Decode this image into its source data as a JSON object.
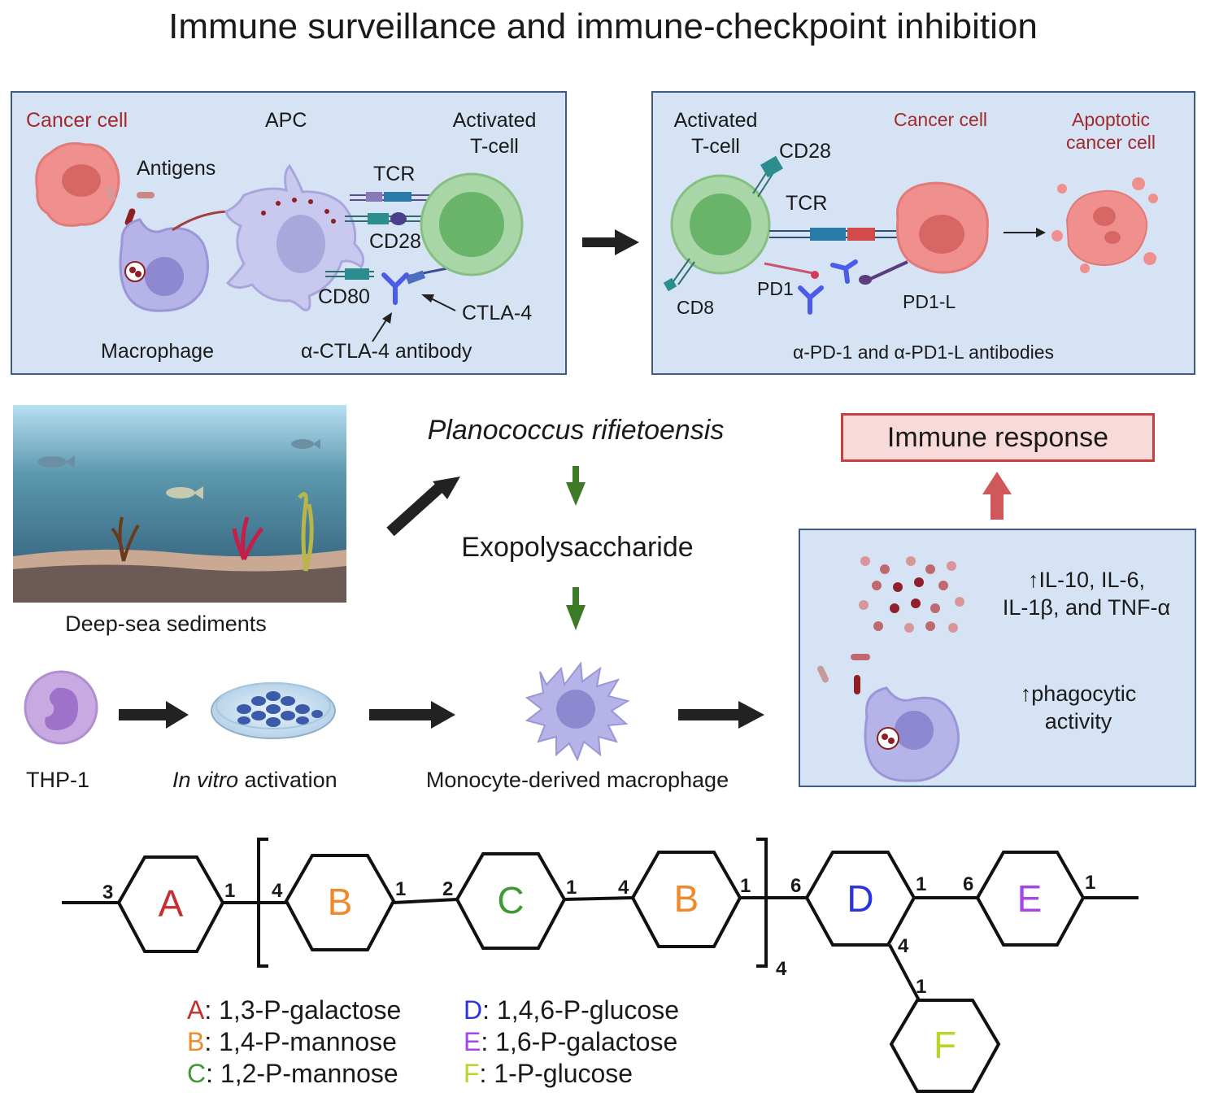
{
  "title": "Immune surveillance and immune-checkpoint inhibition",
  "panel_left": {
    "cancer_cell": "Cancer cell",
    "apc": "APC",
    "activated_t_cell_1": "Activated",
    "activated_t_cell_2": "T-cell",
    "antigens": "Antigens",
    "tcr": "TCR",
    "cd28": "CD28",
    "cd80": "CD80",
    "ctla4": "CTLA-4",
    "macrophage": "Macrophage",
    "antibody": "α-CTLA-4 antibody"
  },
  "panel_right": {
    "activated_t_cell_1": "Activated",
    "activated_t_cell_2": "T-cell",
    "cd28": "CD28",
    "tcr": "TCR",
    "cancer_cell": "Cancer cell",
    "apoptotic_1": "Apoptotic",
    "apoptotic_2": "cancer cell",
    "cd8": "CD8",
    "pd1": "PD1",
    "pd1l": "PD1-L",
    "antibodies": "α-PD-1 and α-PD1-L antibodies"
  },
  "middle": {
    "sediments": "Deep-sea sediments",
    "species": "Planococcus rifietoensis",
    "exopolysaccharide": "Exopolysaccharide",
    "immune_response": "Immune response",
    "cytokines_1": "↑IL-10, IL-6,",
    "cytokines_2": "IL-1β, and TNF-α",
    "phago_1": "↑phagocytic",
    "phago_2": "activity",
    "thp1": "THP-1",
    "in_vitro_italic": "In vitro",
    "in_vitro_rest": " activation",
    "monocyte": "Monocyte-derived macrophage"
  },
  "structure": {
    "residues": [
      "A",
      "B",
      "C",
      "B",
      "D",
      "E",
      "F"
    ],
    "links": [
      "3",
      "1",
      "4",
      "1",
      "2",
      "1",
      "4",
      "1",
      "6",
      "1",
      "6",
      "1",
      "4",
      "1"
    ],
    "repeat": "4"
  },
  "legend": [
    {
      "letter": "A",
      "text": ": 1,3-P-galactose",
      "color": "#c62f2f"
    },
    {
      "letter": "B",
      "text": ": 1,4-P-mannose",
      "color": "#ee8a2a"
    },
    {
      "letter": "C",
      "text": ": 1,2-P-mannose",
      "color": "#3f9a36"
    },
    {
      "letter": "D",
      "text": ": 1,4,6-P-glucose",
      "color": "#2a34e0"
    },
    {
      "letter": "E",
      "text": ": 1,6-P-galactose",
      "color": "#a546e6"
    },
    {
      "letter": "F",
      "text": ": 1-P-glucose",
      "color": "#b8d62a"
    }
  ],
  "colors": {
    "panel_fill": "#d5e3f4",
    "panel_border": "#3e5b83",
    "cancer_pink": "#ee8a88",
    "macrophage_purple": "#b6b3e8",
    "tcell_green": "#a9d6a6",
    "arrow_green": "#3c7a26",
    "arrow_red": "#d0585a"
  }
}
